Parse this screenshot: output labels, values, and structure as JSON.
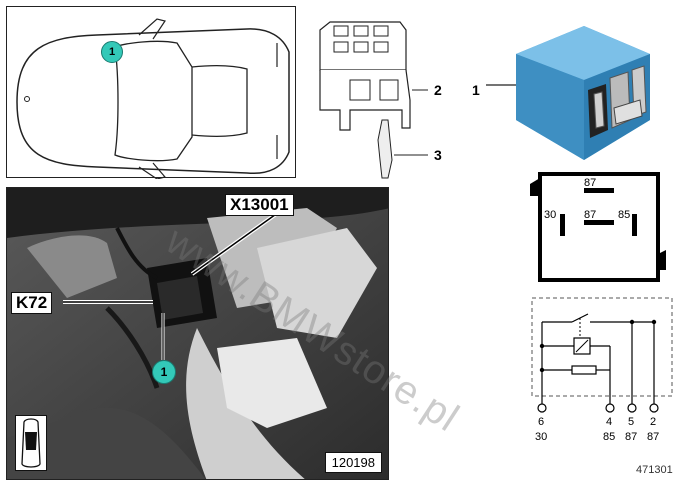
{
  "car_box": {
    "callout": "1"
  },
  "photo": {
    "connector_label": "X13001",
    "relay_label": "K72",
    "callout": "1",
    "photo_number": "120198"
  },
  "parts": {
    "callout_1": "1",
    "callout_2": "2",
    "callout_3": "3"
  },
  "relay_pins": {
    "top": "87",
    "left": "30",
    "center": "87",
    "right": "85"
  },
  "circuit": {
    "pins": [
      {
        "num": "6",
        "term": "30"
      },
      {
        "num": "4",
        "term": "85"
      },
      {
        "num": "5",
        "term": "87"
      },
      {
        "num": "2",
        "term": "87"
      }
    ]
  },
  "watermark": "www.BMWstore.pl",
  "image_number": "471301",
  "colors": {
    "relay_blue": "#4fa3d6",
    "callout_teal": "#33c9b8"
  }
}
